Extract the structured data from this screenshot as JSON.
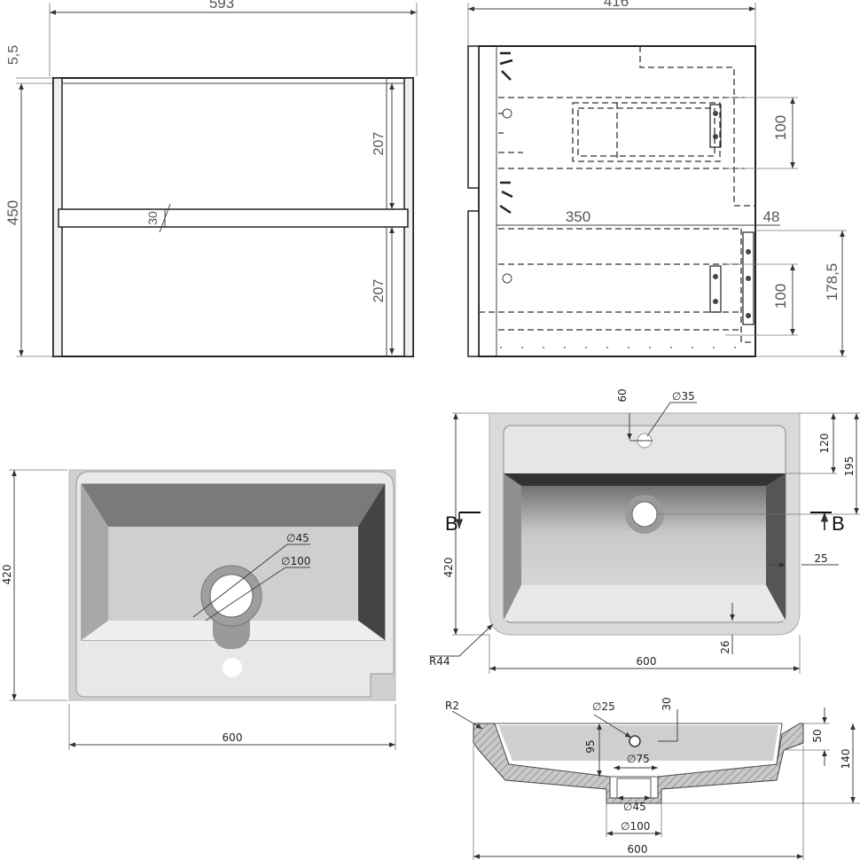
{
  "front_view": {
    "width": "593",
    "top_gap": "5,5",
    "height": "450",
    "upper_drawer": "207",
    "rail": "30",
    "lower_drawer": "207"
  },
  "side_view": {
    "depth": "416",
    "drawer_height_top": "100",
    "drawer_depth": "350",
    "offset": "48",
    "lower_height": "178,5",
    "drawer_height_bottom": "100"
  },
  "basin_left": {
    "height": "420",
    "width": "600",
    "drain_dia": "∅45",
    "bowl_dia": "∅100"
  },
  "basin_top": {
    "tap_offset": "60",
    "tap_dia": "∅35",
    "back_ledge": "120",
    "front_offset": "195",
    "section_left": "B",
    "section_right": "B",
    "height": "420",
    "wall": "25",
    "radius": "R44",
    "front_wall": "26",
    "width": "600"
  },
  "section": {
    "radius": "R2",
    "overflow_dia": "∅25",
    "overflow_h": "30",
    "depth": "95",
    "rim": "50",
    "total_h": "140",
    "drain_top": "∅75",
    "drain_dia": "∅45",
    "bowl_dia": "∅100",
    "width": "600"
  }
}
